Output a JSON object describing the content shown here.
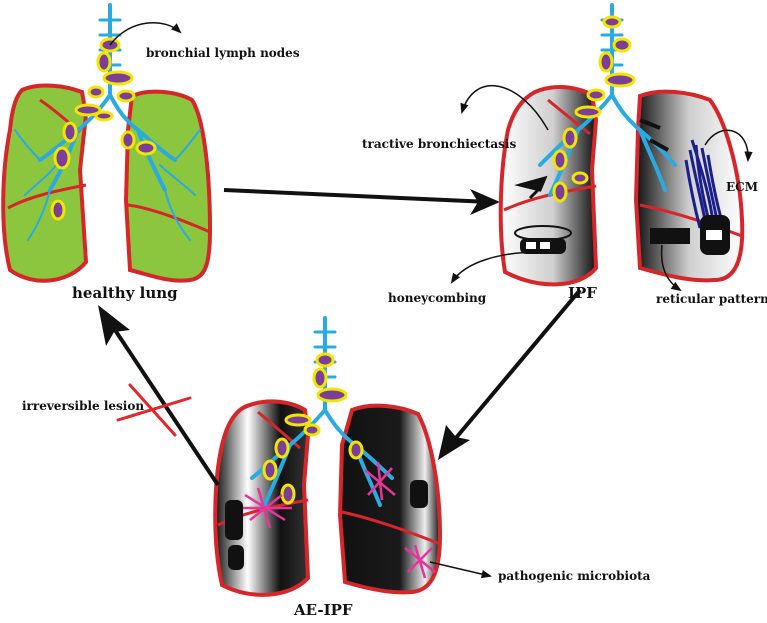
{
  "panels": {
    "healthy": {
      "title": "healthy lung",
      "labels": {
        "lymph": "bronchial lymph nodes"
      }
    },
    "ipf": {
      "title": "IPF",
      "labels": {
        "bronchiectasis": "tractive bronchiectasis",
        "ecm": "ECM",
        "honeycombing": "honeycombing",
        "reticular": "reticular pattern"
      }
    },
    "aeipf": {
      "title": "AE-IPF",
      "labels": {
        "microbiota": "pathogenic microbiota"
      }
    }
  },
  "arrows": {
    "irreversible": "irreversible lesion"
  },
  "colors": {
    "healthy_fill": "#8cc63f",
    "lung_outline": "#d7262a",
    "airway": "#29abe2",
    "lymph_node_fill": "#7b3f99",
    "lymph_node_ring": "#f2e600",
    "ecm": "#1b1f8c",
    "microbiota": "#e8339a",
    "cross": "#e5262a",
    "arrow": "#111111"
  }
}
